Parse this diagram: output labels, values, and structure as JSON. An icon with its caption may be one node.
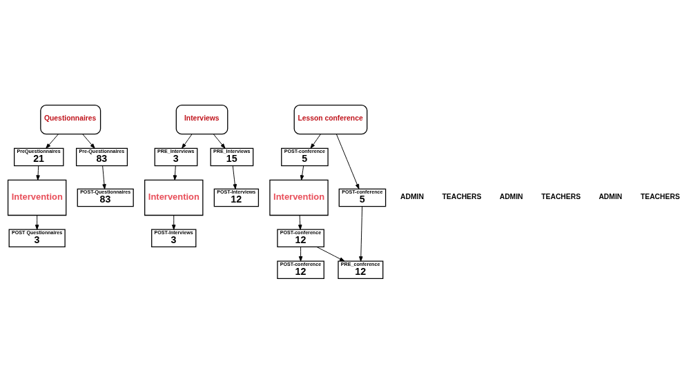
{
  "diagram": {
    "nodes": [
      {
        "text": [
          "Questionnaires"
        ]
      },
      {
        "text": [
          "PreQuestionnaires",
          "21"
        ]
      },
      {
        "text": [
          "Pre-Questionnaires",
          "83"
        ]
      },
      {
        "text": [
          "Intervention"
        ]
      },
      {
        "text": [
          "POST Questionnaires",
          "3"
        ]
      },
      {
        "text": [
          "POST-Questionnaires",
          "83"
        ]
      },
      {
        "text": [
          "Interviews"
        ]
      },
      {
        "text": [
          "PRE_Interviews",
          "3"
        ]
      },
      {
        "text": [
          "PRE_Interviews",
          "15"
        ]
      },
      {
        "text": [
          "Intervention"
        ]
      },
      {
        "text": [
          "POST-Interviews",
          "3"
        ]
      },
      {
        "text": [
          "POST-Interviews",
          "12"
        ]
      },
      {
        "text": [
          "Lesson conference"
        ]
      },
      {
        "text": [
          "POST-conference",
          "5"
        ]
      },
      {
        "text": [
          "POST-conference",
          "5"
        ]
      },
      {
        "text": [
          "Intervention"
        ]
      },
      {
        "text": [
          "POST-conference",
          "12"
        ]
      },
      {
        "text": [
          "PRE_conference",
          "12"
        ]
      },
      {
        "text": [
          "POST-conference",
          "12"
        ]
      }
    ],
    "edges": [
      {
        "from": 0,
        "to": 1,
        "arrow": "to"
      },
      {
        "from": 0,
        "to": 2,
        "arrow": "to"
      },
      {
        "from": 1,
        "to": 3,
        "arrow": "to"
      },
      {
        "from": 3,
        "to": 4,
        "arrow": "to"
      },
      {
        "from": 2,
        "to": 5,
        "arrow": "to"
      },
      {
        "from": 6,
        "to": 7,
        "arrow": "to"
      },
      {
        "from": 6,
        "to": 8,
        "arrow": "to"
      },
      {
        "from": 7,
        "to": 9,
        "arrow": "to"
      },
      {
        "from": 9,
        "to": 10,
        "arrow": "to"
      },
      {
        "from": 8,
        "to": 11,
        "arrow": "to"
      },
      {
        "from": 12,
        "to": 13,
        "arrow": "to"
      },
      {
        "from": 12,
        "to": 14,
        "arrow": "to"
      },
      {
        "from": 13,
        "to": 15,
        "arrow": "to"
      },
      {
        "from": 15,
        "to": 16,
        "arrow": "to"
      },
      {
        "from": 14,
        "to": 17,
        "arrow": "to"
      },
      {
        "from": 16,
        "to": 17,
        "arrow": "to"
      },
      {
        "from": 16,
        "to": 18,
        "arrow": "to"
      }
    ],
    "labels": [
      "ADMIN",
      "TEACHERS",
      "ADMIN",
      "TEACHERS",
      "ADMIN",
      "TEACHERS"
    ]
  }
}
